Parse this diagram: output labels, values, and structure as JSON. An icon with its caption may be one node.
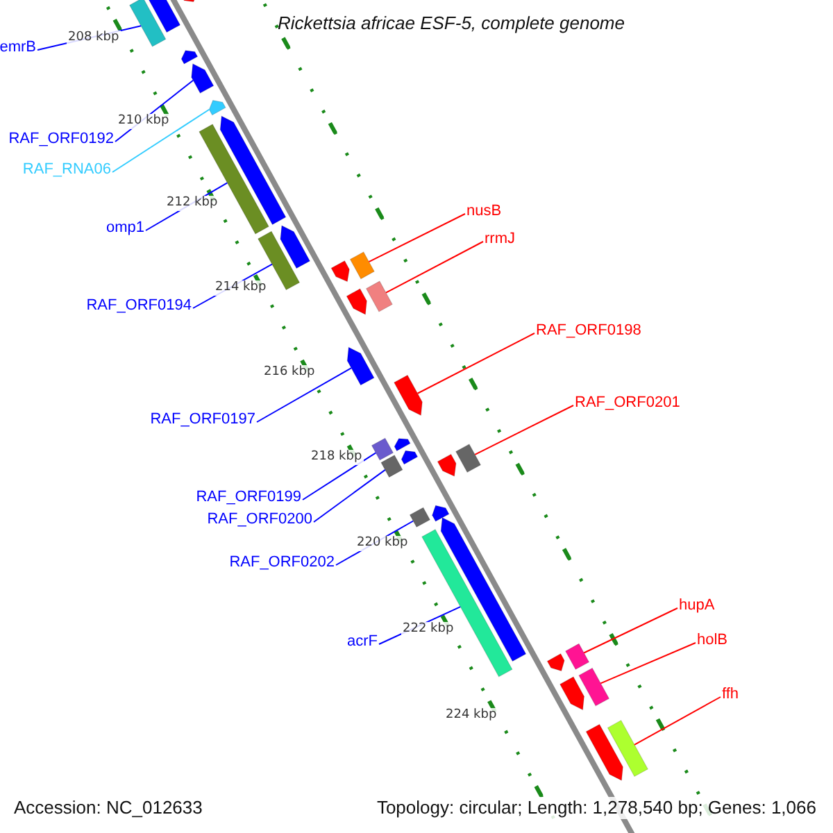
{
  "diagram": {
    "title": "Rickettsia africae ESF-5, complete genome",
    "nodes": [
      {
        "text": [
          "emrB"
        ]
      },
      {
        "text": [],
        "shape": "bar"
      },
      {
        "text": [
          "RAF_ORF0192"
        ]
      },
      {
        "text": [],
        "shape": "bar"
      },
      {
        "text": [
          "RAF_RNA06"
        ]
      },
      {
        "text": [],
        "shape": "bar"
      },
      {
        "text": [
          "omp1"
        ]
      },
      {
        "text": [],
        "shape": "bar"
      },
      {
        "text": [
          "RAF_ORF0194"
        ]
      },
      {
        "text": [],
        "shape": "bar"
      },
      {
        "text": [
          "nusB"
        ]
      },
      {
        "text": [],
        "shape": "bar"
      },
      {
        "text": [
          "rrmJ"
        ]
      },
      {
        "text": [],
        "shape": "bar"
      },
      {
        "text": [
          "RAF_ORF0197"
        ]
      },
      {
        "text": [],
        "shape": "bar"
      },
      {
        "text": [
          "RAF_ORF0198"
        ]
      },
      {
        "text": [],
        "shape": "bar"
      },
      {
        "text": [
          "RAF_ORF0201"
        ]
      },
      {
        "text": [],
        "shape": "bar"
      },
      {
        "text": [
          "RAF_ORF0199"
        ]
      },
      {
        "text": [],
        "shape": "bar"
      },
      {
        "text": [
          "RAF_ORF0200"
        ]
      },
      {
        "text": [],
        "shape": "bar"
      },
      {
        "text": [
          "RAF_ORF0202"
        ]
      },
      {
        "text": [],
        "shape": "bar"
      },
      {
        "text": [
          "acrF"
        ]
      },
      {
        "text": [],
        "shape": "bar"
      },
      {
        "text": [
          "hupA"
        ]
      },
      {
        "text": [],
        "shape": "bar"
      },
      {
        "text": [
          "holB"
        ]
      },
      {
        "text": [],
        "shape": "bar"
      },
      {
        "text": [
          "ffh"
        ]
      },
      {
        "text": [],
        "shape": "bar"
      }
    ],
    "edges": [
      {
        "from": 0,
        "to": 1,
        "arrow": "none"
      },
      {
        "from": 2,
        "to": 3,
        "arrow": "none"
      },
      {
        "from": 4,
        "to": 5,
        "arrow": "none",
        "color": "#33ccff"
      },
      {
        "from": 6,
        "to": 7,
        "arrow": "none"
      },
      {
        "from": 8,
        "to": 9,
        "arrow": "none"
      },
      {
        "from": 10,
        "to": 11,
        "arrow": "none",
        "color": "#ff0000"
      },
      {
        "from": 12,
        "to": 13,
        "arrow": "none",
        "color": "#ff0000"
      },
      {
        "from": 14,
        "to": 15,
        "arrow": "none"
      },
      {
        "from": 16,
        "to": 17,
        "arrow": "none",
        "color": "#ff0000"
      },
      {
        "from": 18,
        "to": 19,
        "arrow": "none",
        "color": "#ff0000"
      },
      {
        "from": 20,
        "to": 21,
        "arrow": "none"
      },
      {
        "from": 22,
        "to": 23,
        "arrow": "none"
      },
      {
        "from": 24,
        "to": 25,
        "arrow": "none"
      },
      {
        "from": 26,
        "to": 27,
        "arrow": "none"
      },
      {
        "from": 28,
        "to": 29,
        "arrow": "none",
        "color": "#ff0000"
      },
      {
        "from": 30,
        "to": 31,
        "arrow": "none",
        "color": "#ff0000"
      },
      {
        "from": 32,
        "to": 33,
        "arrow": "none",
        "color": "#ff0000"
      }
    ],
    "labels": [
      "208 kbp",
      "210 kbp",
      "212 kbp",
      "214 kbp",
      "216 kbp",
      "218 kbp",
      "220 kbp",
      "222 kbp",
      "224 kbp",
      "Accession: NC_012633",
      "Topology: circular; Length: 1,278,540 bp; Genes: 1,066"
    ]
  }
}
